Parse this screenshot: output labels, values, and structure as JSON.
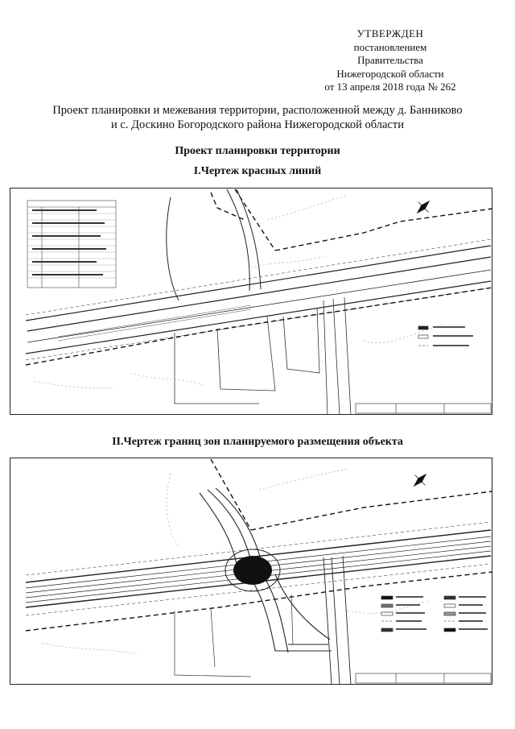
{
  "approval": {
    "heading": "УТВЕРЖДЕН",
    "line1": "постановлением Правительства",
    "line2": "Нижегородской области",
    "line3": "от 13 апреля 2018 года № 262"
  },
  "document": {
    "title_line1": "Проект планировки и межевания территории, расположенной между д. Банниково",
    "title_line2": "и с. Доскино Богородского района Нижегородской области",
    "section": "Проект планировки территории"
  },
  "drawings": [
    {
      "title": "I.Чертеж красных линий"
    },
    {
      "title": "II.Чертеж границ зон планируемого размещения объекта"
    }
  ],
  "colors": {
    "ink": "#111111",
    "paper": "#ffffff"
  },
  "icons": [
    "north-arrow-icon"
  ]
}
